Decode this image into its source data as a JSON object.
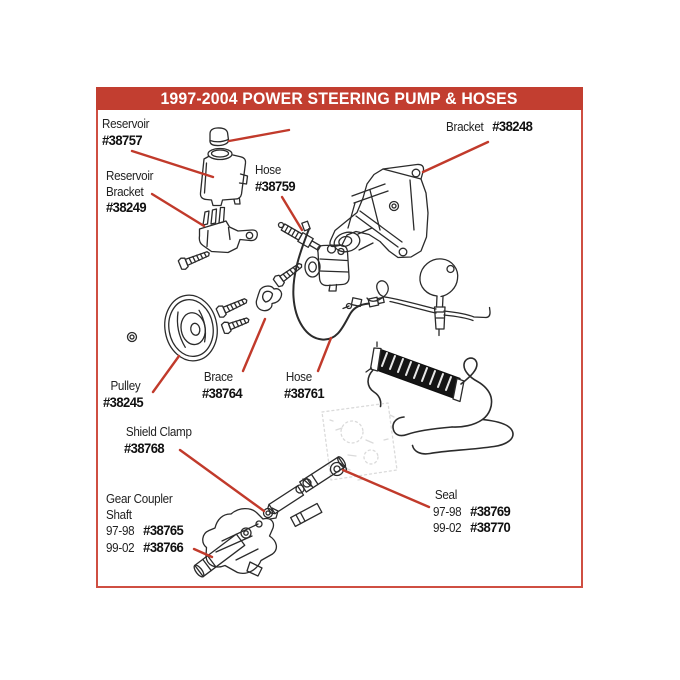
{
  "header": {
    "title": "1997-2004 POWER STEERING PUMP & HOSES"
  },
  "colors": {
    "banner_red": "#c23e30",
    "border_red": "#cf4f42",
    "leader_red": "#c13a2b",
    "ink": "#2b2b2b"
  },
  "labels": {
    "reservoir": {
      "name": "Reservoir",
      "part": "#38757"
    },
    "reservoir_bracket": {
      "line1": "Reservoir",
      "line2": "Bracket",
      "part": "#38249"
    },
    "hose_upper": {
      "name": "Hose",
      "part": "#38759"
    },
    "bracket": {
      "name": "Bracket",
      "part": "#38248"
    },
    "pulley": {
      "name": "Pulley",
      "part": "#38245"
    },
    "brace": {
      "name": "Brace",
      "part": "#38764"
    },
    "hose_lower": {
      "name": "Hose",
      "part": "#38761"
    },
    "shield_clamp": {
      "name": "Shield Clamp",
      "part": "#38768"
    },
    "gear_coupler_shaft": {
      "line1": "Gear Coupler",
      "line2": "Shaft",
      "rows": [
        {
          "years": "97-98",
          "part": "#38765"
        },
        {
          "years": "99-02",
          "part": "#38766"
        }
      ]
    },
    "seal": {
      "name": "Seal",
      "rows": [
        {
          "years": "97-98",
          "part": "#38769"
        },
        {
          "years": "99-02",
          "part": "#38770"
        }
      ]
    }
  }
}
